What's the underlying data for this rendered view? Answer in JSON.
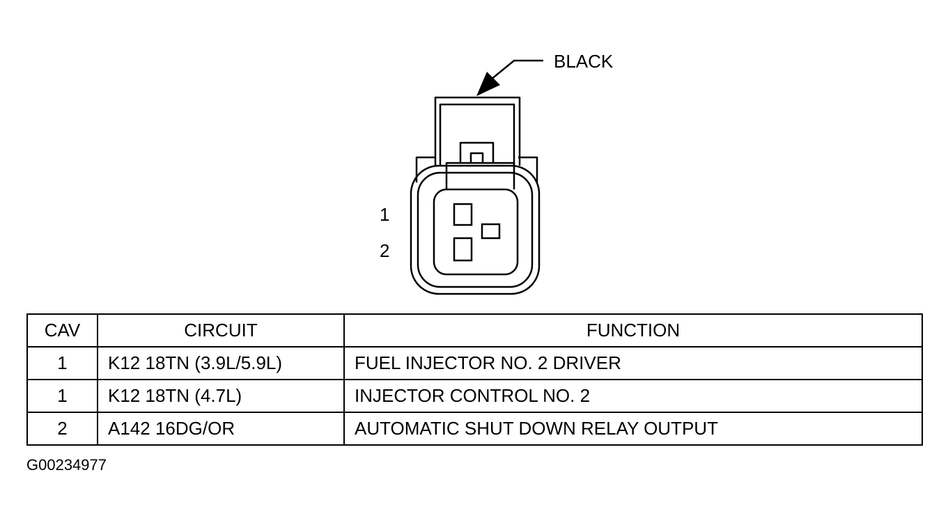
{
  "connector": {
    "color_label": "BLACK",
    "cavity_labels": [
      "1",
      "2"
    ]
  },
  "table": {
    "headers": {
      "cav": "CAV",
      "circuit": "CIRCUIT",
      "function": "FUNCTION"
    },
    "rows": [
      {
        "cav": "1",
        "circuit": "K12 18TN (3.9L/5.9L)",
        "function": "FUEL INJECTOR NO. 2 DRIVER"
      },
      {
        "cav": "1",
        "circuit": "K12 18TN (4.7L)",
        "function": "INJECTOR CONTROL NO. 2"
      },
      {
        "cav": "2",
        "circuit": "A142 16DG/OR",
        "function": "AUTOMATIC SHUT DOWN RELAY OUTPUT"
      }
    ]
  },
  "figure_id": "G00234977"
}
